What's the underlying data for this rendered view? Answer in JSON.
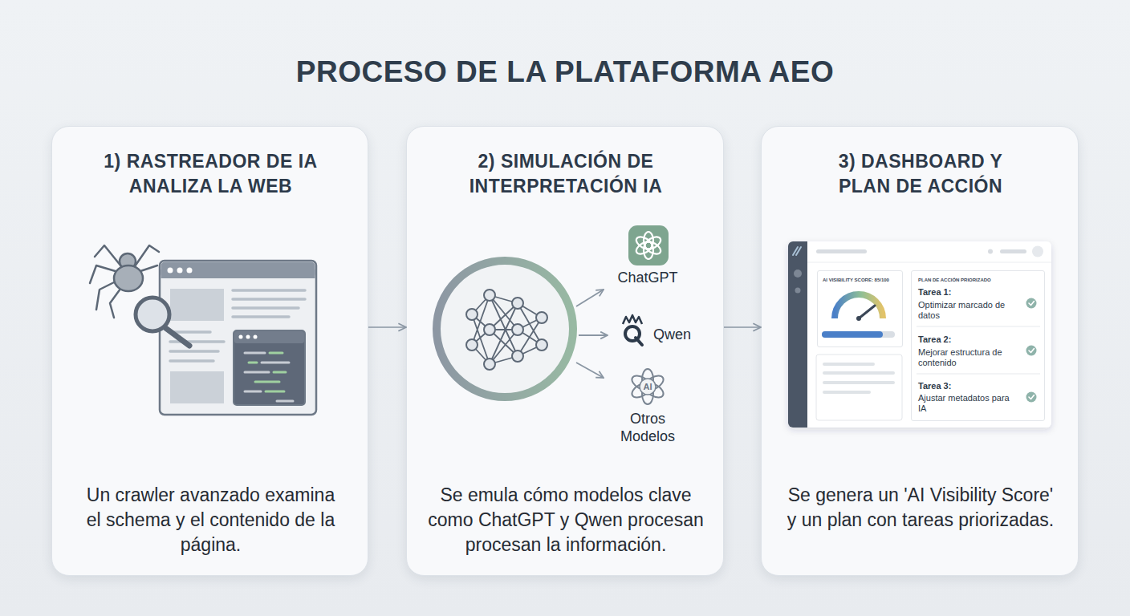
{
  "diagram": {
    "title": "PROCESO DE LA PLATAFORMA AEO",
    "nodes": [
      {
        "text": [
          "1) RASTREADOR DE IA ANALIZA LA WEB",
          "Un crawler avanzado examina el schema y el contenido de la página."
        ]
      },
      {
        "text": [
          "2) SIMULACIÓN DE INTERPRETACIÓN IA",
          "Se emula cómo modelos clave como ChatGPT y Qwen procesan procesan la información."
        ]
      },
      {
        "text": [
          "3) DASHBOARD Y PLAN DE ACCIÓN",
          "Se genera un 'AI Visibility Score' y un plan con tareas priorizadas."
        ]
      },
      {
        "text": [
          "AI VISIBILITY SCORE: 85/100"
        ],
        "in": 2
      },
      {
        "text": [
          "PLAN DE ACCIÓN PRIORIZADO",
          "Tarea 1:",
          "Optimizar marcado de datos",
          "Tarea 2:",
          "Mejorar estructura de contenido",
          "Tarea 3:",
          "Ajustar metadatos para IA"
        ],
        "in": 2
      }
    ],
    "edges": [
      {
        "from": 0,
        "to": 1,
        "arrow": "to"
      },
      {
        "from": 1,
        "to": 2,
        "arrow": "to"
      }
    ],
    "labels": [
      "ChatGPT",
      "Qwen",
      "AI",
      "Otros Modelos"
    ]
  }
}
